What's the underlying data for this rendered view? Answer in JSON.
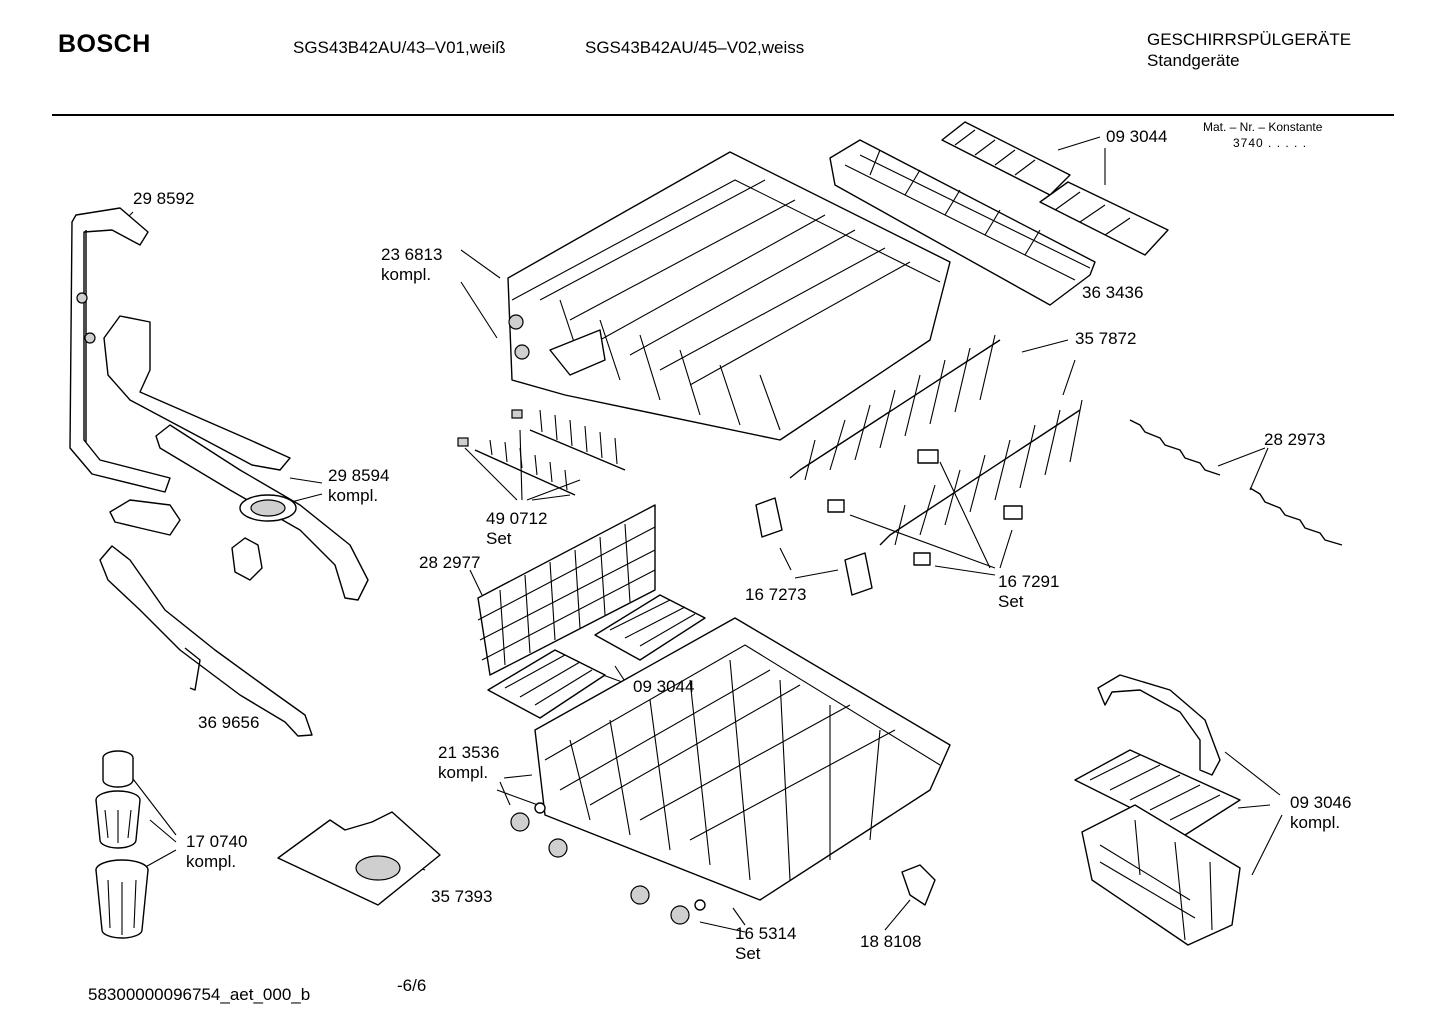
{
  "header": {
    "brand": "BOSCH",
    "model_1": "SGS43B42AU/43–V01,weiß",
    "model_2": "SGS43B42AU/45–V02,weiss",
    "category": "GESCHIRRSPÜLGERÄTE",
    "subcategory": "Standgeräte",
    "mat_label": "Mat. – Nr. – Konstante",
    "mat_value": "3740  .  .  .  .  ."
  },
  "parts": [
    {
      "id": "298592",
      "number": "29 8592",
      "note": ""
    },
    {
      "id": "236813",
      "number": "23 6813",
      "note": "kompl."
    },
    {
      "id": "093044a",
      "number": "09 3044",
      "note": ""
    },
    {
      "id": "363436",
      "number": "36 3436",
      "note": ""
    },
    {
      "id": "357872",
      "number": "35 7872",
      "note": ""
    },
    {
      "id": "282973",
      "number": "28 2973",
      "note": ""
    },
    {
      "id": "298594",
      "number": "29 8594",
      "note": "kompl."
    },
    {
      "id": "490712",
      "number": "49 0712",
      "note": "Set"
    },
    {
      "id": "282977",
      "number": "28 2977",
      "note": ""
    },
    {
      "id": "167273",
      "number": "16 7273",
      "note": ""
    },
    {
      "id": "167291",
      "number": "16 7291",
      "note": "Set"
    },
    {
      "id": "093044b",
      "number": "09 3044",
      "note": ""
    },
    {
      "id": "369656",
      "number": "36 9656",
      "note": ""
    },
    {
      "id": "213536",
      "number": "21 3536",
      "note": "kompl."
    },
    {
      "id": "093046",
      "number": "09 3046",
      "note": "kompl."
    },
    {
      "id": "170740",
      "number": "17 0740",
      "note": "kompl."
    },
    {
      "id": "357393",
      "number": "35 7393",
      "note": ""
    },
    {
      "id": "165314",
      "number": "16 5314",
      "note": "Set"
    },
    {
      "id": "188108",
      "number": "18 8108",
      "note": ""
    }
  ],
  "footer": {
    "doc_id": "58300000096754_aet_000_b",
    "page": "-6/6"
  }
}
